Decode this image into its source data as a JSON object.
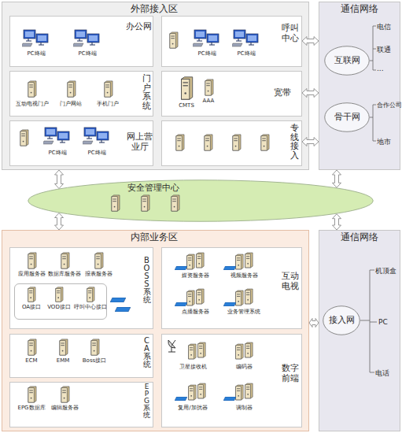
{
  "diagram": {
    "nodes": [
      {
        "text": [
          "外部接入区"
        ]
      },
      {
        "text": [
          "办公网",
          "PC终端",
          "PC终端"
        ],
        "in": 0
      },
      {
        "text": [
          "呼叫中心",
          "PC终端",
          "PC终端"
        ],
        "in": 0
      },
      {
        "text": [
          "门户系统",
          "互动电视门户",
          "门户网站",
          "手机门户"
        ],
        "in": 0
      },
      {
        "text": [
          "宽带",
          "CMTS",
          "AAA"
        ],
        "in": 0
      },
      {
        "text": [
          "网上营业厅",
          "PC终端",
          "PC终端"
        ],
        "in": 0
      },
      {
        "text": [
          "专线接入"
        ],
        "in": 0
      },
      {
        "text": [
          "通信网络"
        ]
      },
      {
        "text": [
          "互联网"
        ],
        "in": 7
      },
      {
        "text": [
          "骨干网"
        ],
        "in": 7
      },
      {
        "text": [
          "安全管理中心"
        ]
      },
      {
        "text": [
          "内部业务区"
        ]
      },
      {
        "text": [
          "BOSS系统",
          "应用服务器",
          "数据库服务器",
          "报表服务器"
        ],
        "in": 11
      },
      {
        "text": [
          "OA接口",
          "VOD接口",
          "呼叫中心接口"
        ],
        "in": 12
      },
      {
        "text": [
          "CA系统",
          "ECM",
          "EMM",
          "Boss接口"
        ],
        "in": 11
      },
      {
        "text": [
          "EPG系统",
          "EPG数据库",
          "编辑服务器"
        ],
        "in": 11
      },
      {
        "text": [
          "互动电视",
          "媒资服务器",
          "视频服务器",
          "点播服务器",
          "业务管理系统"
        ],
        "in": 11
      },
      {
        "text": [
          "数字前端",
          "卫星接收机",
          "编码器",
          "复用/加扰器",
          "调制器"
        ],
        "in": 11
      },
      {
        "text": [
          "通信网络"
        ]
      },
      {
        "text": [
          "接入网"
        ],
        "in": 18
      }
    ],
    "edges": [
      {
        "from": 2,
        "to": 7,
        "arrow": "both"
      },
      {
        "from": 4,
        "to": 7,
        "arrow": "both"
      },
      {
        "from": 6,
        "to": 7,
        "arrow": "both"
      },
      {
        "from": 0,
        "to": 10,
        "arrow": "both"
      },
      {
        "from": 7,
        "to": 10,
        "arrow": "both"
      },
      {
        "from": 10,
        "to": 11,
        "arrow": "both"
      },
      {
        "from": 10,
        "to": 18,
        "arrow": "both"
      },
      {
        "from": 11,
        "to": 18,
        "arrow": "both"
      }
    ],
    "labels": [
      "电信",
      "联通",
      "...",
      "合作公司",
      "地市",
      "机顶盒",
      "PC",
      "电话"
    ]
  }
}
